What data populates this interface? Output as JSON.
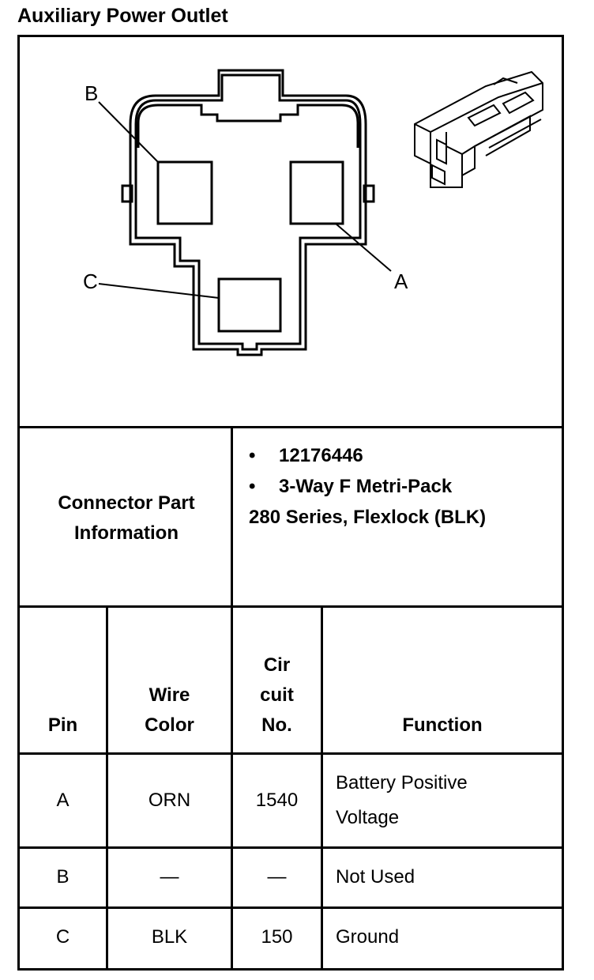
{
  "title": "Auxiliary Power Outlet",
  "diagram": {
    "callouts": {
      "a": "A",
      "b": "B",
      "c": "C"
    }
  },
  "connector_info": {
    "label_line1": "Connector Part",
    "label_line2": "Information",
    "bullets": [
      "12176446",
      "3-Way F Metri-Pack"
    ],
    "bullet_symbol": "•",
    "continuation": "280 Series, Flexlock (BLK)"
  },
  "table": {
    "headers": {
      "pin": "Pin",
      "wire_color_line1": "Wire",
      "wire_color_line2": "Color",
      "circuit_line1": "Cir",
      "circuit_line2": "cuit",
      "circuit_line3": "No.",
      "function": "Function"
    },
    "rows": [
      {
        "pin": "A",
        "wire_color": "ORN",
        "circuit": "1540",
        "function_line1": "Battery Positive",
        "function_line2": "Voltage"
      },
      {
        "pin": "B",
        "wire_color": "—",
        "circuit": "—",
        "function_line1": "Not Used",
        "function_line2": ""
      },
      {
        "pin": "C",
        "wire_color": "BLK",
        "circuit": "150",
        "function_line1": "Ground",
        "function_line2": ""
      }
    ]
  }
}
